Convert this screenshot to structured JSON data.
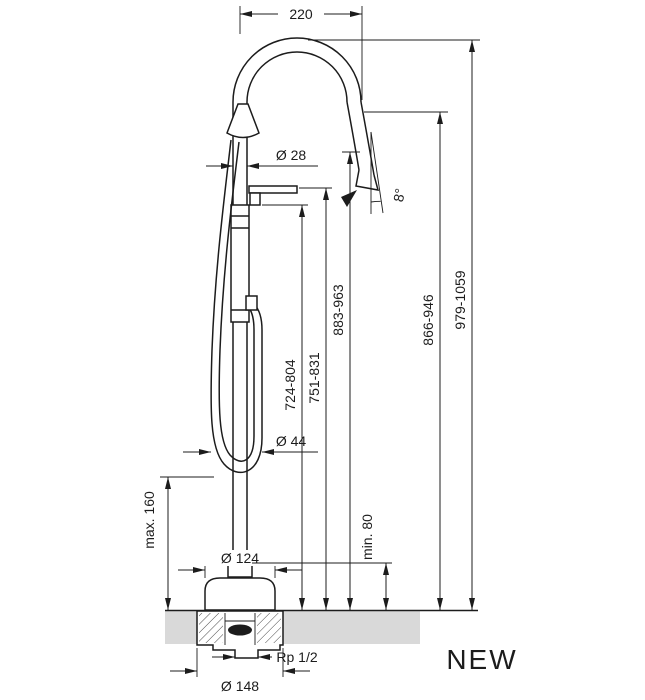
{
  "drawing": {
    "badge": "NEW"
  },
  "dimensions": {
    "spout_reach": "220",
    "spout_pipe_diameter": "Ø 28",
    "spout_angle": "8°",
    "height_handle": "724-804",
    "height_spout_outlet": "751-831",
    "height_spout_underside": "883-963",
    "height_spout_top": "866-946",
    "height_total": "979-1059",
    "riser_diameter": "Ø 44",
    "hose_loop_clearance": "max. 160",
    "base_plate_diameter": "Ø 124",
    "installation_clearance": "min. 80",
    "connection_thread": "Rp 1/2",
    "mounting_body_diameter": "Ø 148"
  },
  "colors": {
    "line": "#1c1c1c",
    "floor_fill": "#d9d9d9",
    "background": "#ffffff"
  }
}
